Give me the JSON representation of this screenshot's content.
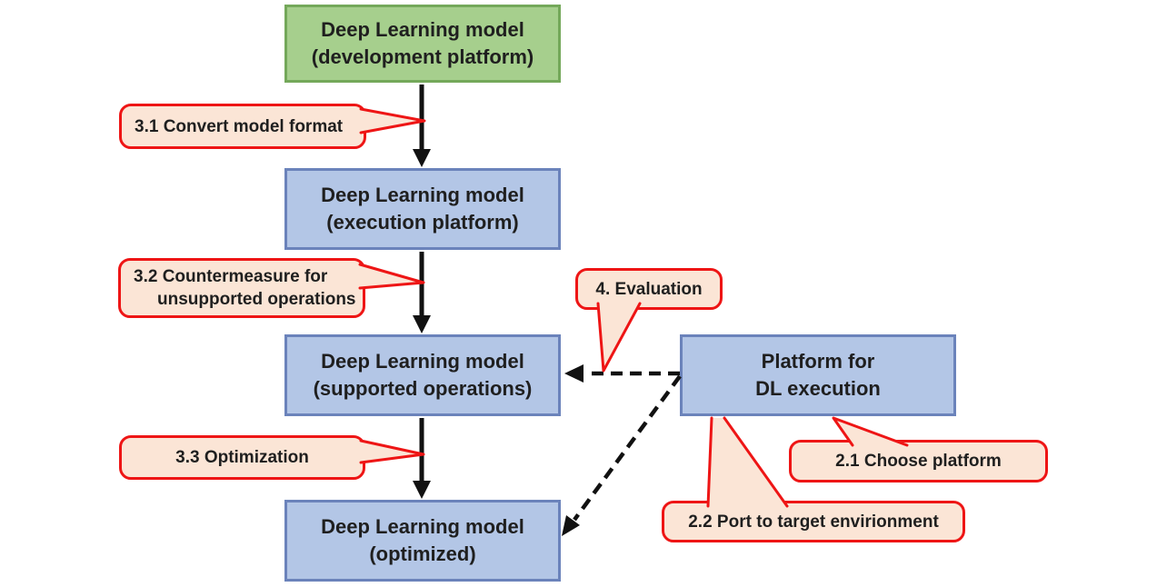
{
  "colors": {
    "green-fill": "#A6CF8D",
    "green-border": "#74A85A",
    "blue-fill": "#B3C6E6",
    "blue-border": "#6B83BB",
    "callout-fill": "#FBE5D6",
    "callout-border": "#EE1515",
    "ink": "#111111",
    "text": "#1F1F1F"
  },
  "nodes": [
    {
      "id": "dev-platform",
      "lines": [
        "Deep Learning model",
        "(development platform)"
      ]
    },
    {
      "id": "exec-platform",
      "lines": [
        "Deep Learning model",
        "(execution platform)"
      ]
    },
    {
      "id": "supported-ops",
      "lines": [
        "Deep Learning model",
        "(supported operations)"
      ]
    },
    {
      "id": "optimized",
      "lines": [
        "Deep Learning model",
        "(optimized)"
      ]
    },
    {
      "id": "dl-exec-platform",
      "lines": [
        "Platform for",
        "DL execution"
      ]
    }
  ],
  "callouts": [
    {
      "id": "3-1",
      "lines": [
        "3.1 Convert model format"
      ]
    },
    {
      "id": "3-2",
      "lines": [
        "3.2 Countermeasure for",
        "unsupported operations"
      ]
    },
    {
      "id": "3-3",
      "lines": [
        "3.3 Optimization"
      ]
    },
    {
      "id": "4",
      "lines": [
        "4. Evaluation"
      ]
    },
    {
      "id": "2-1",
      "lines": [
        "2.1 Choose platform"
      ]
    },
    {
      "id": "2-2",
      "lines": [
        "2.2 Port to target envirionment"
      ]
    }
  ]
}
